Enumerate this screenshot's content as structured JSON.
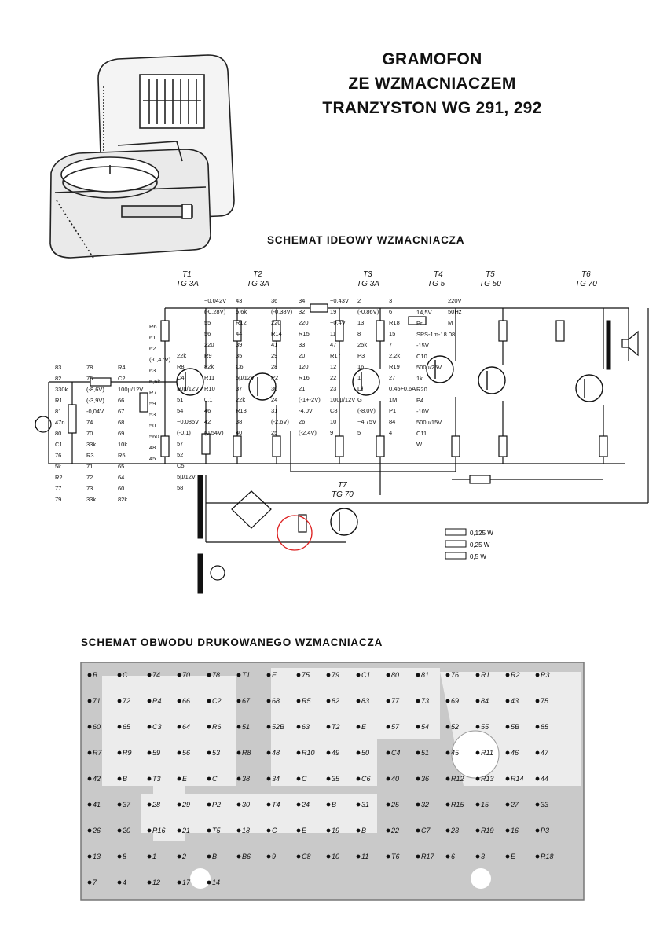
{
  "title": {
    "line1": "GRAMOFON",
    "line2": "ZE WZMACNIACZEM",
    "line3": "TRANZYSTON WG 291, 292"
  },
  "schematic": {
    "heading": "SCHEMAT IDEOWY WZMACNIACZA",
    "transistors": [
      {
        "ref": "T1",
        "type": "TG 3A"
      },
      {
        "ref": "T2",
        "type": "TG 3A"
      },
      {
        "ref": "T3",
        "type": "TG 3A"
      },
      {
        "ref": "T4",
        "type": "TG 5"
      },
      {
        "ref": "T5",
        "type": "TG 50"
      },
      {
        "ref": "T6",
        "type": "TG 70"
      },
      {
        "ref": "T7",
        "type": "TG 70"
      }
    ],
    "labels": [
      "83",
      "82",
      "330k",
      "R1",
      "81",
      "47n",
      "80",
      "C1",
      "76",
      "5k",
      "R2",
      "77",
      "79",
      "78",
      "75",
      "(-8,6V)",
      "(-3,9V)",
      "-0,04V",
      "74",
      "70",
      "33k",
      "R3",
      "71",
      "72",
      "73",
      "33k",
      "R4",
      "C2",
      "100µ/12V",
      "66",
      "67",
      "68",
      "69",
      "10k",
      "R5",
      "65",
      "64",
      "60",
      "82k",
      "R6",
      "61",
      "62",
      "(-0,47V)",
      "63",
      "5,6k",
      "R7",
      "59",
      "53",
      "50",
      "560",
      "48",
      "45",
      "22k",
      "R8",
      "C4",
      "50µ/12V",
      "51",
      "54",
      "~0,085V",
      "(-0,1)",
      "57",
      "52",
      "C5",
      "5µ/12V",
      "58",
      "~0,042V",
      "(-0,28V)",
      "55",
      "56",
      "220",
      "R9",
      "82k",
      "R11",
      "R10",
      "0,1",
      "46",
      "42",
      "(0,54V)",
      "43",
      "5,6k",
      "R12",
      "44",
      "39",
      "35",
      "C6",
      "5µ/12V",
      "37",
      "22k",
      "R13",
      "38",
      "40",
      "36",
      "(-0,38V)",
      "220",
      "R14",
      "41",
      "29",
      "28",
      "P2",
      "30",
      "24",
      "31",
      "(-2,6V)",
      "25",
      "34",
      "32",
      "220",
      "R15",
      "33",
      "20",
      "120",
      "R16",
      "21",
      "(-1+-2V)",
      "-4,0V",
      "26",
      "(-2,4V)",
      "~0,43V",
      "19",
      "~0,4V",
      "11",
      "47",
      "R17",
      "12",
      "22",
      "23",
      "100µ/12V",
      "C8",
      "10",
      "9",
      "2",
      "(-0,86V)",
      "13",
      "8",
      "25k",
      "P3",
      "16",
      "1",
      "Dł",
      "G",
      "(-8,0V)",
      "~4,75V",
      "5",
      "3",
      "6",
      "R18",
      "15",
      "7",
      "2,2k",
      "R19",
      "27",
      "0,45÷0,6A",
      "1M",
      "P1",
      "84",
      "4",
      "14,5V",
      "Pr",
      "SPS-1m-18.08",
      "-15V",
      "C10",
      "500µ/25V",
      "1k",
      "R20",
      "P4",
      "-10V",
      "500µ/15V",
      "C11",
      "W",
      "220V",
      "50Hz",
      "M"
    ],
    "legend": [
      "0,125 W",
      "0,25 W",
      "0,5 W"
    ]
  },
  "pcb": {
    "heading": "SCHEMAT OBWODU DRUKOWANEGO WZMACNIACZA",
    "labels": [
      "B",
      "C",
      "74",
      "70",
      "78",
      "T1",
      "E",
      "75",
      "79",
      "C1",
      "80",
      "81",
      "76",
      "R1",
      "R2",
      "R3",
      "71",
      "72",
      "R4",
      "66",
      "C2",
      "67",
      "68",
      "R5",
      "82",
      "83",
      "77",
      "73",
      "69",
      "84",
      "43",
      "75",
      "60",
      "65",
      "C3",
      "64",
      "R6",
      "51",
      "52B",
      "63",
      "T2",
      "E",
      "57",
      "54",
      "52",
      "55",
      "5B",
      "85",
      "R7",
      "R9",
      "59",
      "56",
      "53",
      "R8",
      "48",
      "R10",
      "49",
      "50",
      "C4",
      "51",
      "45",
      "R11",
      "46",
      "47",
      "42",
      "B",
      "T3",
      "E",
      "C",
      "38",
      "34",
      "C",
      "35",
      "C6",
      "40",
      "36",
      "R12",
      "R13",
      "R14",
      "44",
      "41",
      "37",
      "28",
      "29",
      "P2",
      "30",
      "T4",
      "24",
      "B",
      "31",
      "25",
      "32",
      "R15",
      "15",
      "27",
      "33",
      "26",
      "20",
      "R16",
      "21",
      "T5",
      "18",
      "C",
      "E",
      "19",
      "B",
      "22",
      "C7",
      "23",
      "R19",
      "16",
      "P3",
      "13",
      "8",
      "1",
      "2",
      "B",
      "B6",
      "9",
      "C8",
      "10",
      "11",
      "T6",
      "R17",
      "6",
      "3",
      "E",
      "R18",
      "7",
      "4",
      "12",
      "17",
      "14"
    ]
  }
}
